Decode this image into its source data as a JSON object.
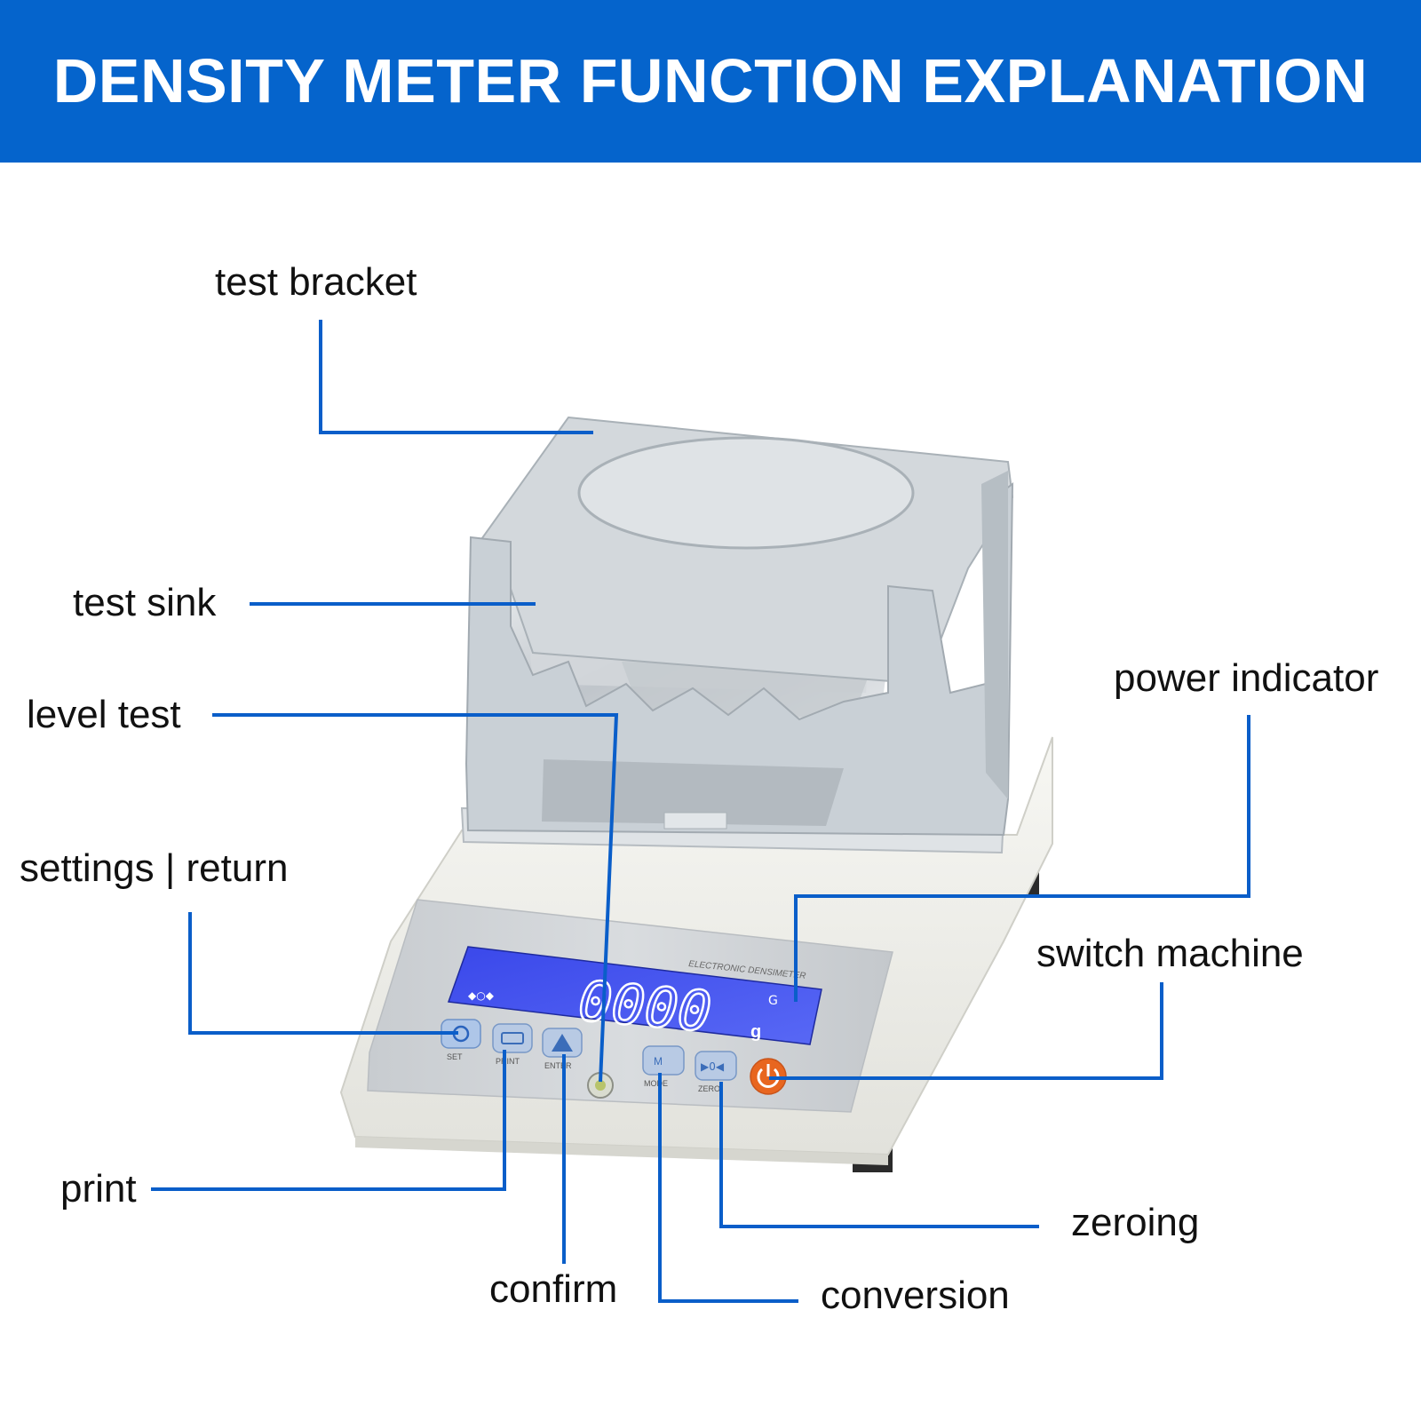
{
  "header": {
    "title": "DENSITY METER FUNCTION EXPLANATION"
  },
  "device": {
    "panel_title": "ELECTRONIC DENSIMETER",
    "display_value": "0000",
    "display_unit": "g",
    "buttons": {
      "set": "SET",
      "print": "PRINT",
      "enter": "ENTER",
      "mode": "MODE",
      "zero": "ZERO"
    }
  },
  "labels": {
    "test_bracket": "test bracket",
    "test_sink": "test sink",
    "level_test": "level test",
    "settings_return": "settings | return",
    "print": "print",
    "confirm": "confirm",
    "conversion": "conversion",
    "zeroing": "zeroing",
    "switch_machine": "switch machine",
    "power_indicator": "power indicator"
  },
  "colors": {
    "banner": "#0564cc",
    "leader_line": "#0a5ec9",
    "lcd": "#2f3fe0",
    "power_button": "#e8661f",
    "device_body": "#eeeeea",
    "bracket": "#c9d0d6"
  }
}
